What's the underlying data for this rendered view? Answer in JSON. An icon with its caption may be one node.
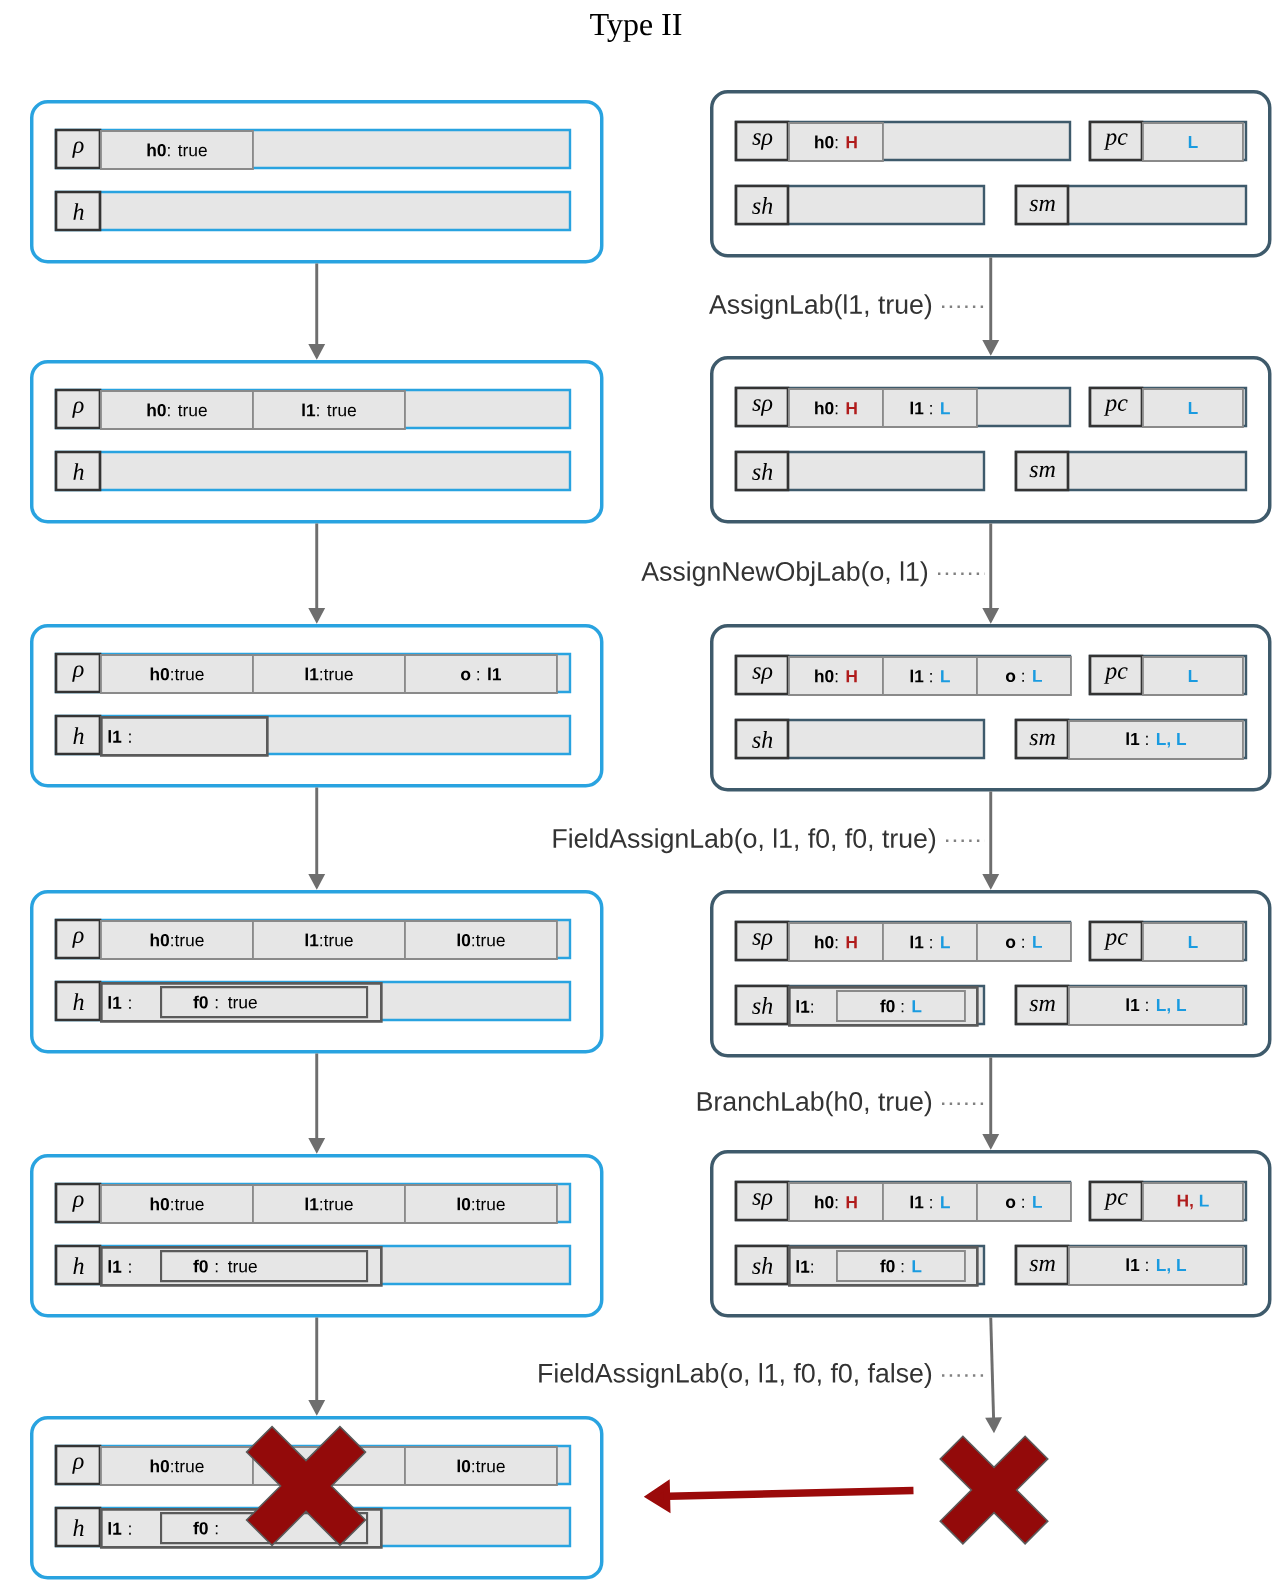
{
  "diagram": {
    "title": "Type II",
    "nodes": [
      {
        "text": [],
        "shape": "box"
      },
      {
        "text": [
          "ρ"
        ],
        "in": 0
      },
      {
        "text": [
          "**h0**: true"
        ],
        "in": 1
      },
      {
        "text": [
          "h"
        ],
        "in": 0
      },
      {
        "text": [],
        "shape": "box"
      },
      {
        "text": [
          "sρ"
        ],
        "in": 4
      },
      {
        "text": [
          "**h0**:",
          "H"
        ],
        "in": 5
      },
      {
        "text": [
          "pc"
        ],
        "in": 4
      },
      {
        "text": [
          "L"
        ],
        "in": 7
      },
      {
        "text": [
          "sh"
        ],
        "in": 4
      },
      {
        "text": [
          "sm"
        ],
        "in": 4
      },
      {
        "text": [],
        "shape": "box"
      },
      {
        "text": [
          "ρ"
        ],
        "in": 11
      },
      {
        "text": [
          "**h0**: true"
        ],
        "in": 12
      },
      {
        "text": [
          "**l1**: true"
        ],
        "in": 12
      },
      {
        "text": [
          "h"
        ],
        "in": 11
      },
      {
        "text": [],
        "shape": "box"
      },
      {
        "text": [
          "sρ"
        ],
        "in": 16
      },
      {
        "text": [
          "**h0**:",
          "H"
        ],
        "in": 17
      },
      {
        "text": [
          "**l1** :",
          "L"
        ],
        "in": 17
      },
      {
        "text": [
          "pc"
        ],
        "in": 16
      },
      {
        "text": [
          "L"
        ],
        "in": 20
      },
      {
        "text": [
          "sh"
        ],
        "in": 16
      },
      {
        "text": [
          "sm"
        ],
        "in": 16
      },
      {
        "text": [],
        "shape": "box"
      },
      {
        "text": [
          "ρ"
        ],
        "in": 24
      },
      {
        "text": [
          "**h0**:true"
        ],
        "in": 25
      },
      {
        "text": [
          "**l1**:true"
        ],
        "in": 25
      },
      {
        "text": [
          "**o** : **l1**"
        ],
        "in": 25
      },
      {
        "text": [
          "h"
        ],
        "in": 24
      },
      {
        "text": [
          "**l1** :"
        ],
        "in": 29
      },
      {
        "text": [],
        "shape": "box"
      },
      {
        "text": [
          "sρ"
        ],
        "in": 31
      },
      {
        "text": [
          "**h0**:",
          "H"
        ],
        "in": 32
      },
      {
        "text": [
          "**l1** :",
          "L"
        ],
        "in": 32
      },
      {
        "text": [
          "**o** :",
          "L"
        ],
        "in": 32
      },
      {
        "text": [
          "pc"
        ],
        "in": 31
      },
      {
        "text": [
          "L"
        ],
        "in": 36
      },
      {
        "text": [
          "sh"
        ],
        "in": 31
      },
      {
        "text": [
          "sm"
        ],
        "in": 31
      },
      {
        "text": [
          "**l1** :",
          "L, L"
        ],
        "in": 39
      },
      {
        "text": [],
        "shape": "box"
      },
      {
        "text": [
          "ρ"
        ],
        "in": 41
      },
      {
        "text": [
          "**h0**:true"
        ],
        "in": 42
      },
      {
        "text": [
          "**l1**:true"
        ],
        "in": 42
      },
      {
        "text": [
          "**l0**:true"
        ],
        "in": 42
      },
      {
        "text": [
          "h"
        ],
        "in": 41
      },
      {
        "text": [
          "**l1** :"
        ],
        "in": 46
      },
      {
        "text": [
          "**f0** : true"
        ],
        "in": 47
      },
      {
        "text": [],
        "shape": "box"
      },
      {
        "text": [
          "sρ"
        ],
        "in": 49
      },
      {
        "text": [
          "**h0**:",
          "H"
        ],
        "in": 50
      },
      {
        "text": [
          "**l1** :",
          "L"
        ],
        "in": 50
      },
      {
        "text": [
          "**o** :",
          "L"
        ],
        "in": 50
      },
      {
        "text": [
          "pc"
        ],
        "in": 49
      },
      {
        "text": [
          "L"
        ],
        "in": 54
      },
      {
        "text": [
          "sh"
        ],
        "in": 49
      },
      {
        "text": [
          "**l1**:"
        ],
        "in": 56
      },
      {
        "text": [
          "**f0** :",
          "L"
        ],
        "in": 57
      },
      {
        "text": [
          "sm"
        ],
        "in": 49
      },
      {
        "text": [
          "**l1** :",
          "L, L"
        ],
        "in": 59
      },
      {
        "text": [],
        "shape": "box"
      },
      {
        "text": [
          "ρ"
        ],
        "in": 61
      },
      {
        "text": [
          "**h0**:true"
        ],
        "in": 62
      },
      {
        "text": [
          "**l1**:true"
        ],
        "in": 62
      },
      {
        "text": [
          "**l0**:true"
        ],
        "in": 62
      },
      {
        "text": [
          "h"
        ],
        "in": 61
      },
      {
        "text": [
          "**l1** :"
        ],
        "in": 66
      },
      {
        "text": [
          "**f0** : true"
        ],
        "in": 67
      },
      {
        "text": [],
        "shape": "box"
      },
      {
        "text": [
          "sρ"
        ],
        "in": 69
      },
      {
        "text": [
          "**h0**:",
          "H"
        ],
        "in": 70
      },
      {
        "text": [
          "**l1** :",
          "L"
        ],
        "in": 70
      },
      {
        "text": [
          "**o** :",
          "L"
        ],
        "in": 70
      },
      {
        "text": [
          "pc"
        ],
        "in": 69
      },
      {
        "text": [
          "H,",
          "L"
        ],
        "in": 74
      },
      {
        "text": [
          "sh"
        ],
        "in": 69
      },
      {
        "text": [
          "**l1**:"
        ],
        "in": 76
      },
      {
        "text": [
          "**f0** :",
          "L"
        ],
        "in": 77
      },
      {
        "text": [
          "sm"
        ],
        "in": 69
      },
      {
        "text": [
          "**l1** :",
          "L, L"
        ],
        "in": 79
      },
      {
        "text": [],
        "shape": "box"
      },
      {
        "text": [
          "ρ"
        ],
        "in": 81
      },
      {
        "text": [
          "**h0**:true"
        ],
        "in": 82
      },
      {
        "text": [],
        "shape": "box",
        "in": 82
      },
      {
        "text": [
          "**l0**:true"
        ],
        "in": 82
      },
      {
        "text": [
          "h"
        ],
        "in": 81
      },
      {
        "text": [
          "**l1** :"
        ],
        "in": 86
      },
      {
        "text": [
          "**f0** :"
        ],
        "in": 87
      },
      {
        "text": [],
        "shape": "cross"
      }
    ],
    "edges": [
      {
        "from": 0,
        "to": 11,
        "arrow": "to"
      },
      {
        "from": 11,
        "to": 24,
        "arrow": "to"
      },
      {
        "from": 24,
        "to": 41,
        "arrow": "to"
      },
      {
        "from": 41,
        "to": 61,
        "arrow": "to"
      },
      {
        "from": 61,
        "to": 81,
        "arrow": "to"
      },
      {
        "from": 4,
        "to": 16,
        "arrow": "to",
        "label": "AssignLab(l1, true)"
      },
      {
        "from": 16,
        "to": 31,
        "arrow": "to",
        "label": "AssignNewObjLab(o, l1)"
      },
      {
        "from": 31,
        "to": 49,
        "arrow": "to",
        "label": "FieldAssignLab(o, l1, f0, f0, true)"
      },
      {
        "from": 49,
        "to": 69,
        "arrow": "to",
        "label": "BranchLab(h0, true)"
      },
      {
        "from": 69,
        "to": 89,
        "arrow": "to",
        "label": "FieldAssignLab(o, l1, f0, f0, false)"
      },
      {
        "from": 89,
        "to": 81,
        "arrow": "to",
        "style": "thick",
        "color": "#9b0a0a"
      }
    ]
  }
}
